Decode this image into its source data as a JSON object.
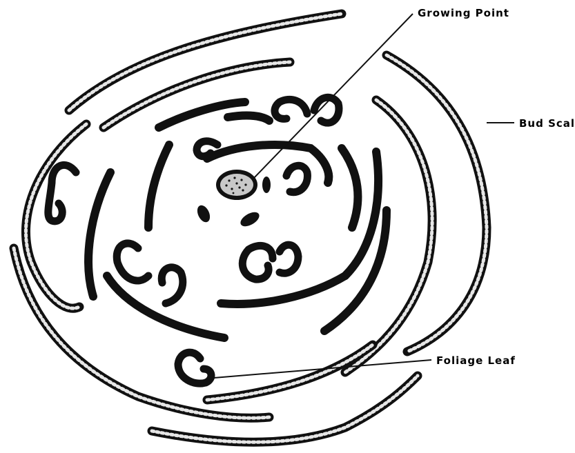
{
  "labels": {
    "growing_point": "Growing Point",
    "bud_scale": "Bud Scale",
    "foliage_leaf": "Foliage Leaf"
  },
  "colors": {
    "ink": "#111111",
    "background": "#ffffff",
    "speckle": "#e6e6e6"
  }
}
